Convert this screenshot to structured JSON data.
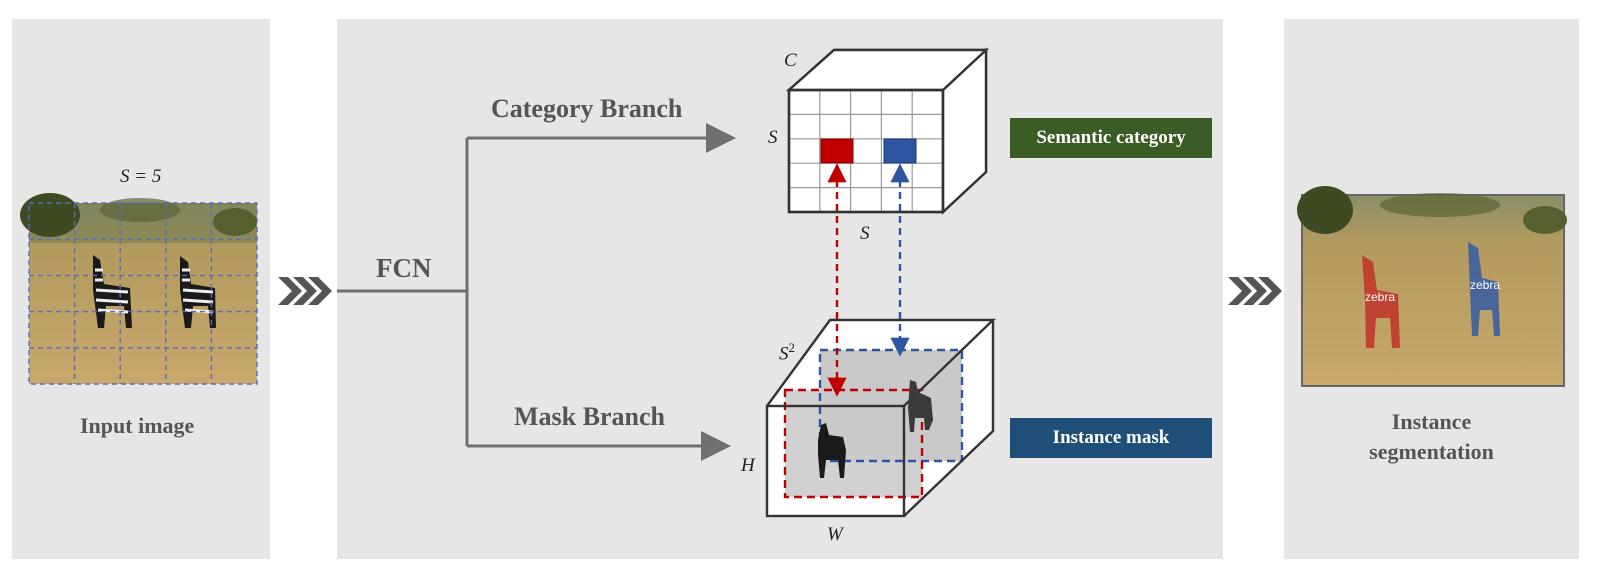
{
  "input": {
    "grid_label": "S = 5",
    "caption": "Input image"
  },
  "network": {
    "fcn_label": "FCN",
    "category_branch": "Category Branch",
    "mask_branch": "Mask Branch"
  },
  "category_grid": {
    "dim_c": "C",
    "dim_s_side": "S",
    "dim_s_bottom": "S",
    "grid_size": 5
  },
  "mask_block": {
    "dim_s2": "S",
    "dim_s2_sup": "2",
    "dim_h": "H",
    "dim_w": "W"
  },
  "tags": {
    "semantic": "Semantic category",
    "semantic_color": "#3b5c25",
    "instance": "Instance mask",
    "instance_color": "#1f4e79"
  },
  "output": {
    "caption_line1": "Instance",
    "caption_line2": "segmentation",
    "label_a": "zebra",
    "label_b": "zebra"
  },
  "colors": {
    "red": "#c00000",
    "blue": "#2e55a0",
    "line": "#707070",
    "text": "#555555"
  },
  "icons": [
    "chevrons-right-icon",
    "chevrons-right-icon"
  ]
}
